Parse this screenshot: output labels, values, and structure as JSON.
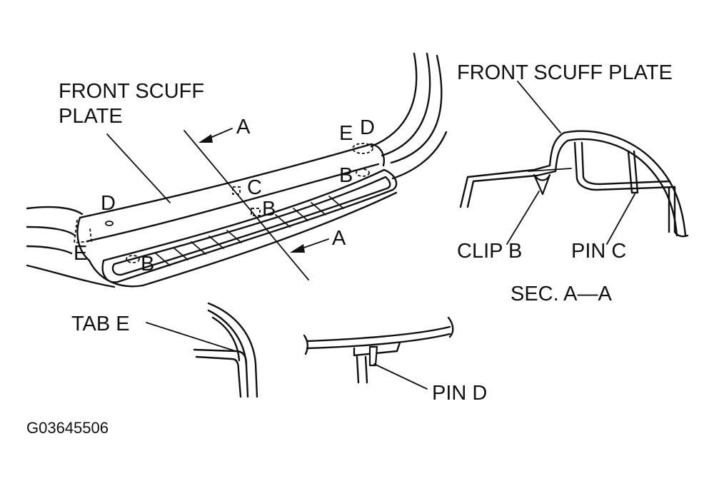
{
  "labels": {
    "front_scuff_plate_main": [
      "FRONT SCUFF",
      "PLATE"
    ],
    "front_scuff_plate_section": "FRONT SCUFF PLATE",
    "section_arrow_top": "A",
    "section_arrow_bottom": "A",
    "point_c": "C",
    "point_b_center": "B",
    "point_b_right": "B",
    "point_b_left": "B",
    "point_d_left": "D",
    "point_d_right": "D",
    "point_e_left": "E",
    "point_e_right": "E",
    "clip_b": "CLIP B",
    "pin_c": "PIN C",
    "section_title": "SEC. A—A",
    "tab_e": "TAB E",
    "pin_d": "PIN D",
    "figure_code": "G03645506"
  }
}
